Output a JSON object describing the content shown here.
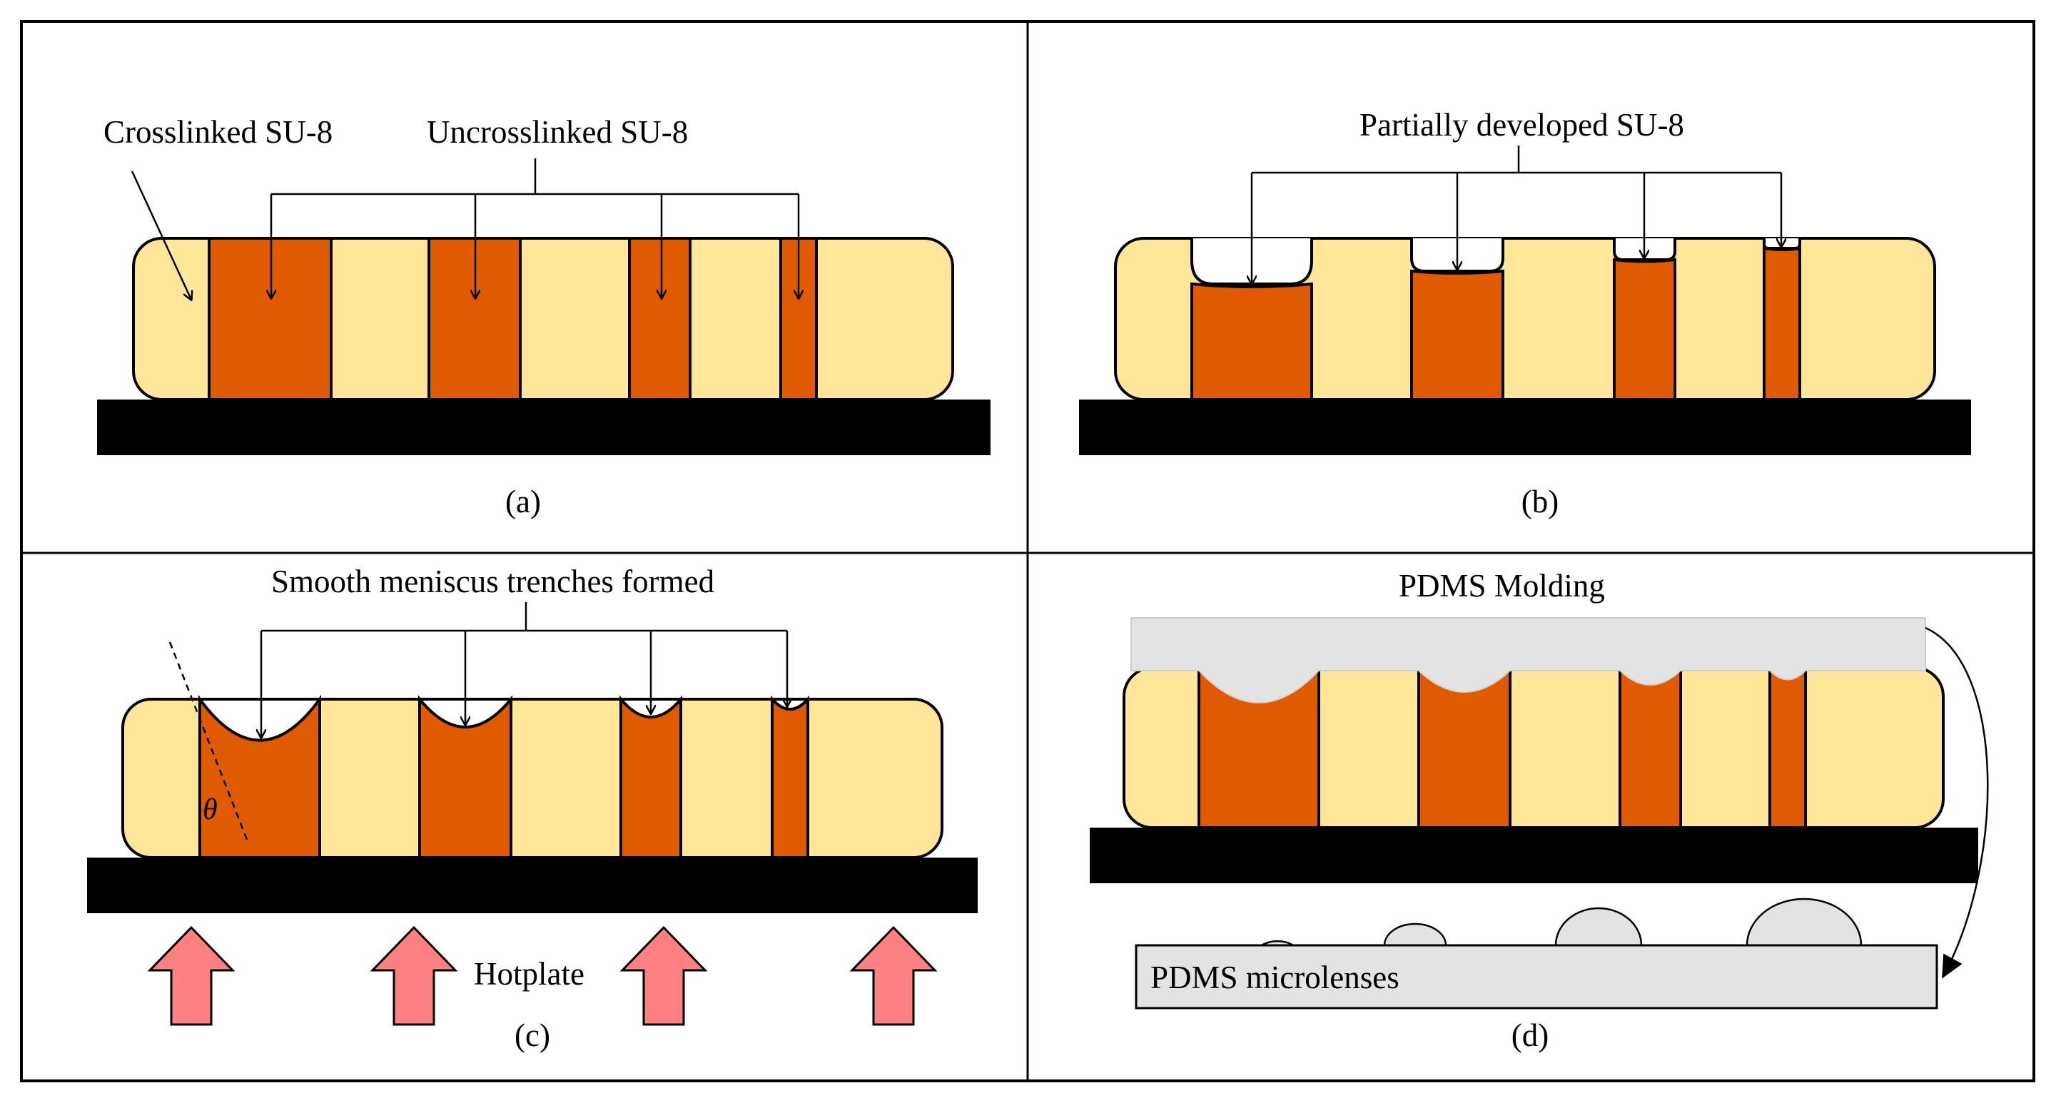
{
  "colors": {
    "crosslinked": "#FFE699",
    "uncrosslinked": "#E05A00",
    "substrate": "#000000",
    "pdms": "#E3E3E3",
    "arrow": "#FF8080"
  },
  "panels": {
    "a": {
      "caption": "(a)",
      "label_crosslinked": "Crosslinked SU-8",
      "label_uncrosslinked": "Uncrosslinked SU-8"
    },
    "b": {
      "caption": "(b)",
      "label_partial": "Partially  developed SU-8"
    },
    "c": {
      "caption": "(c)",
      "label_trenches": "Smooth meniscus trenches formed",
      "label_hotplate": "Hotplate",
      "theta": "θ"
    },
    "d": {
      "caption": "(d)",
      "label_molding": "PDMS Molding",
      "label_microlenses": "PDMS microlenses"
    }
  },
  "icons": {
    "heat_arrow": "up-arrow-icon"
  }
}
